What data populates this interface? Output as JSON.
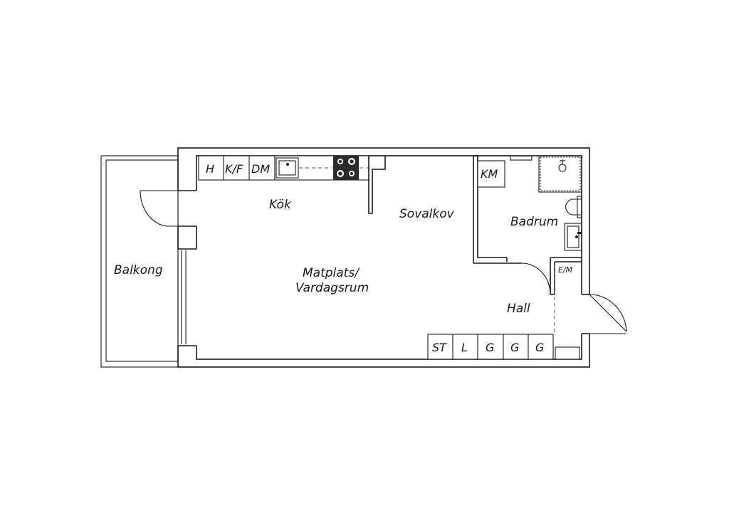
{
  "rooms": {
    "kok": "Kök",
    "sovalkov": "Sovalkov",
    "badrum": "Badrum",
    "balkong": "Balkong",
    "matplats_line1": "Matplats/",
    "matplats_line2": "Vardagsrum",
    "hall": "Hall"
  },
  "fixtures": {
    "kitchen": [
      "H",
      "K/F",
      "DM"
    ],
    "km": "KM",
    "em": "E/M",
    "storage": [
      "ST",
      "L",
      "G",
      "G",
      "G"
    ]
  },
  "colors": {
    "line": "#1a1a1a",
    "stove": "#2b2b2b",
    "background": "#ffffff"
  }
}
